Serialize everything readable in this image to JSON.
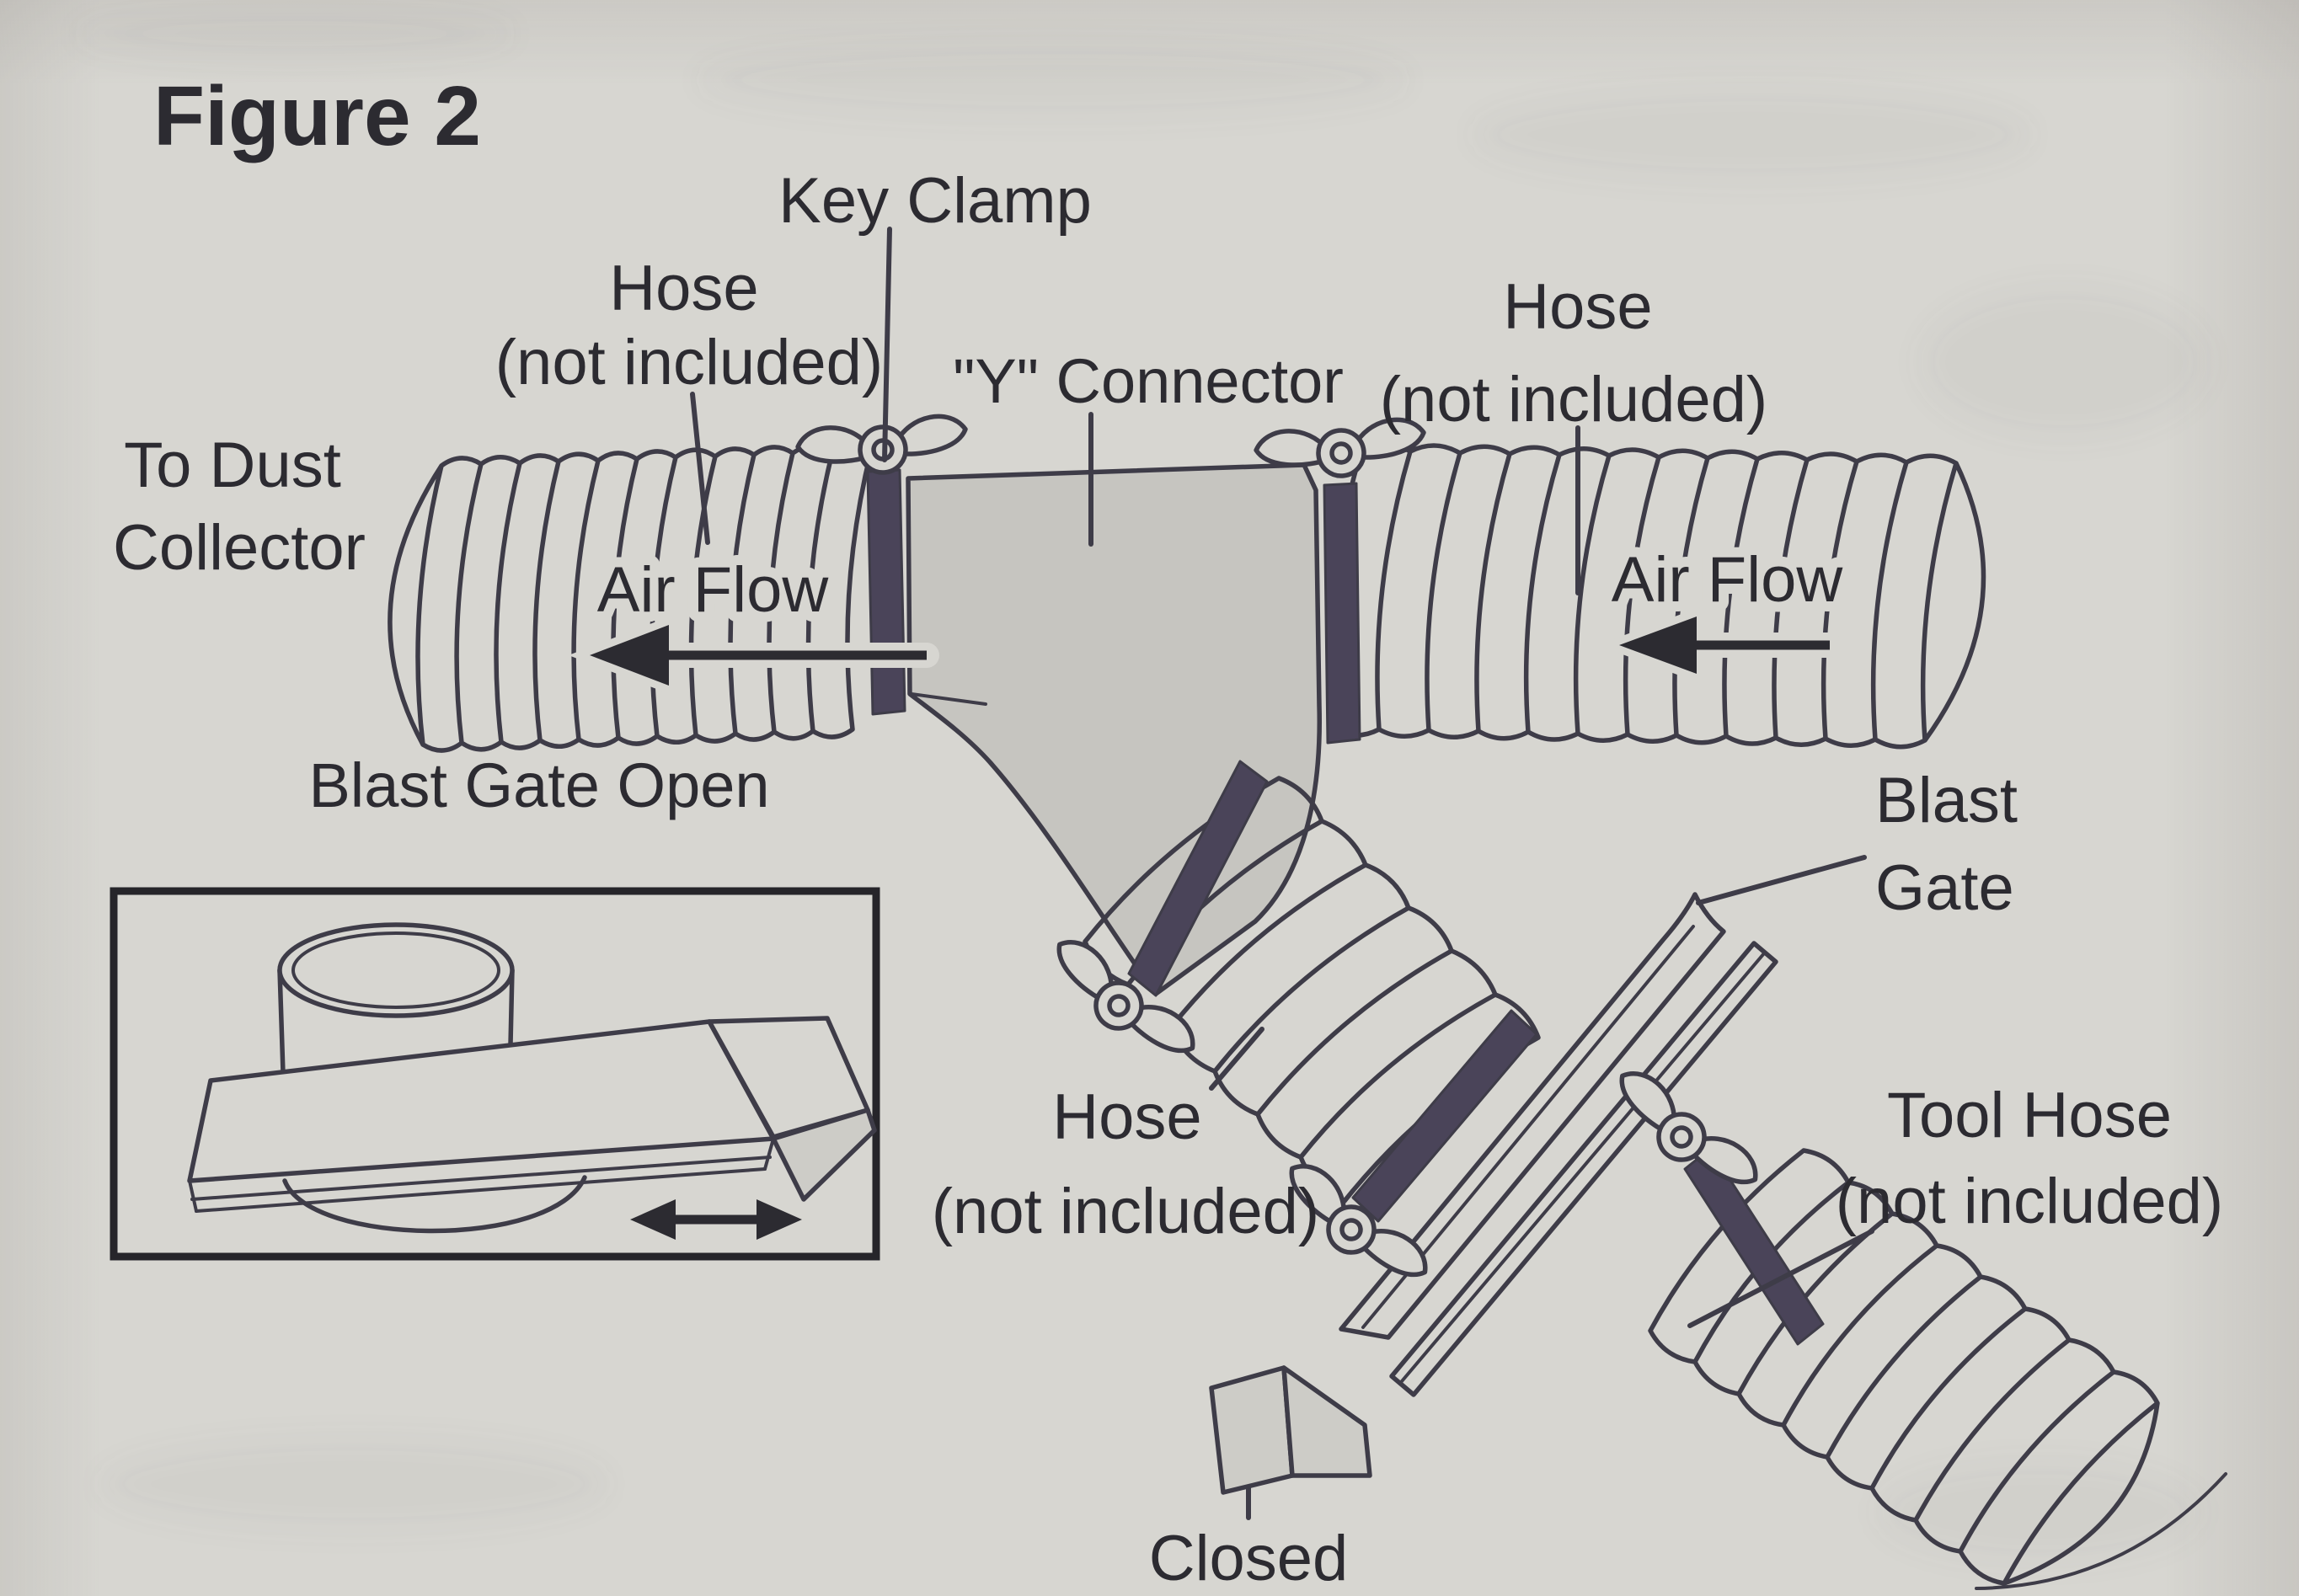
{
  "figure": {
    "title": "Figure 2"
  },
  "labels": {
    "key_clamp": "Key Clamp",
    "hose_left_line1": "Hose",
    "hose_left_line2": "(not included)",
    "y_connector": "\"Y\" Connector",
    "hose_right_line1": "Hose",
    "hose_right_line2": "(not included)",
    "to_dust_line1": "To Dust",
    "to_dust_line2": "Collector",
    "air_flow_left": "Air Flow",
    "air_flow_right": "Air Flow",
    "blast_gate_open": "Blast Gate Open",
    "blast_gate_line1": "Blast",
    "blast_gate_line2": "Gate",
    "tool_hose_line1": "Tool Hose",
    "tool_hose_line2": "(not included)",
    "hose_bottom_line1": "Hose",
    "hose_bottom_line2": "(not included)",
    "closed": "Closed"
  },
  "icons": {
    "air_flow_left_arrow": "left-arrow",
    "air_flow_right_arrow": "left-arrow",
    "slide_motion_arrow": "double-horizontal-arrow"
  },
  "colors": {
    "paper": "#d7d6d1",
    "ink": "#3e3c48",
    "text": "#2c2b31",
    "shade": "#c6c5c0",
    "strap": "#4a4459",
    "bracket": "#cdccc7",
    "border": "#26252a",
    "arrow": "#2c2b31"
  }
}
